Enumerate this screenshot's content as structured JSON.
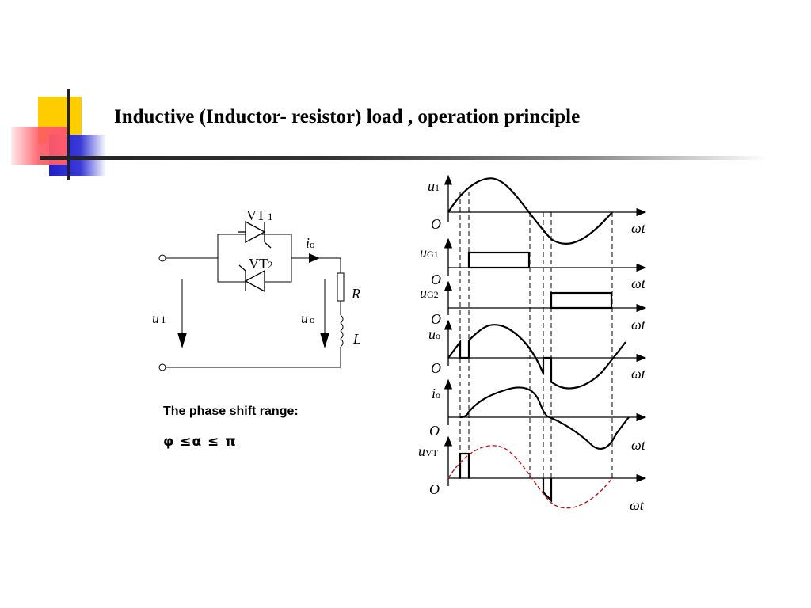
{
  "slide": {
    "title": "Inductive (Inductor- resistor) load , operation principle"
  },
  "phase_range": {
    "label": "The phase shift range:",
    "formula": "φ ≤α ≤ π"
  },
  "circuit": {
    "vt1": "VT",
    "vt1_sub": "1",
    "vt2": "VT",
    "vt2_sub": "2",
    "io": "i",
    "io_sub": "o",
    "r": "R",
    "l": "L",
    "u1": "u",
    "u1_sub": "1",
    "uo": "u",
    "uo_sub": "o"
  },
  "waveforms": {
    "origin": "O",
    "axis_var": "ωt",
    "u1": "u",
    "u1_sub": "1",
    "ug1": "u",
    "ug1_sub": "G1",
    "ug2": "u",
    "ug2_sub": "G2",
    "uo": "u",
    "uo_sub": "o",
    "io": "i",
    "io_sub": "o",
    "uvt": "u",
    "uvt_sub": "VT"
  },
  "colors": {
    "accent_yellow": "#ffcc00",
    "accent_blue": "#2020c8",
    "accent_red": "#ff5a6a",
    "dashed_curve": "#b02020"
  }
}
